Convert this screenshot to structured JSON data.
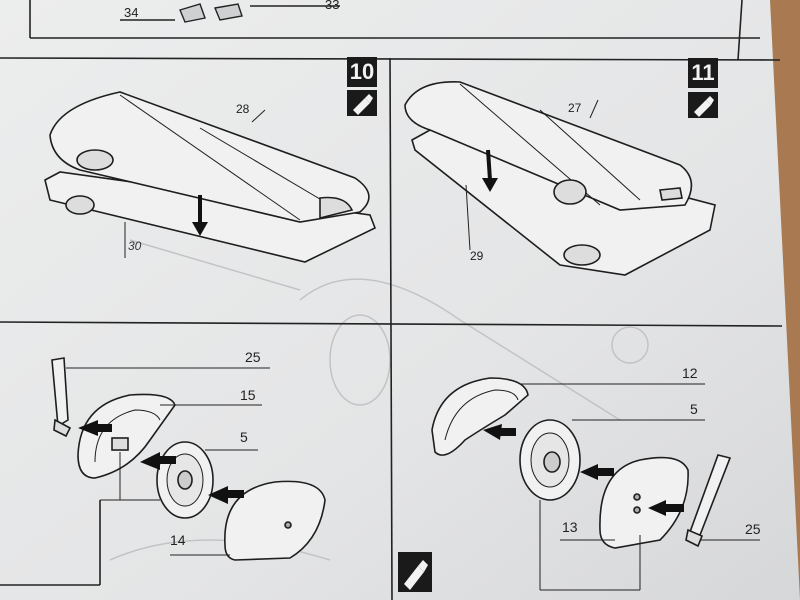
{
  "steps": [
    {
      "number": "10"
    },
    {
      "number": "11"
    }
  ],
  "part_labels": {
    "top_left_34": "34",
    "top_right_33": "33",
    "s10_wing_28": "28",
    "s10_flap_30": "30",
    "s11_wing_27": "27",
    "s11_flap_29": "29",
    "bl_strut_25": "25",
    "bl_cover_15": "15",
    "bl_wheel_5": "5",
    "bl_fairing_14": "14",
    "br_cover_12": "12",
    "br_wheel_5": "5",
    "br_fairing_13": "13",
    "br_strut_25": "25"
  },
  "colors": {
    "paper": "#e9eaea",
    "ink": "#1e1e1e",
    "faint": "#bfc0c3",
    "background": "#a97a52"
  },
  "icons": [
    "glue-bottle-icon"
  ]
}
